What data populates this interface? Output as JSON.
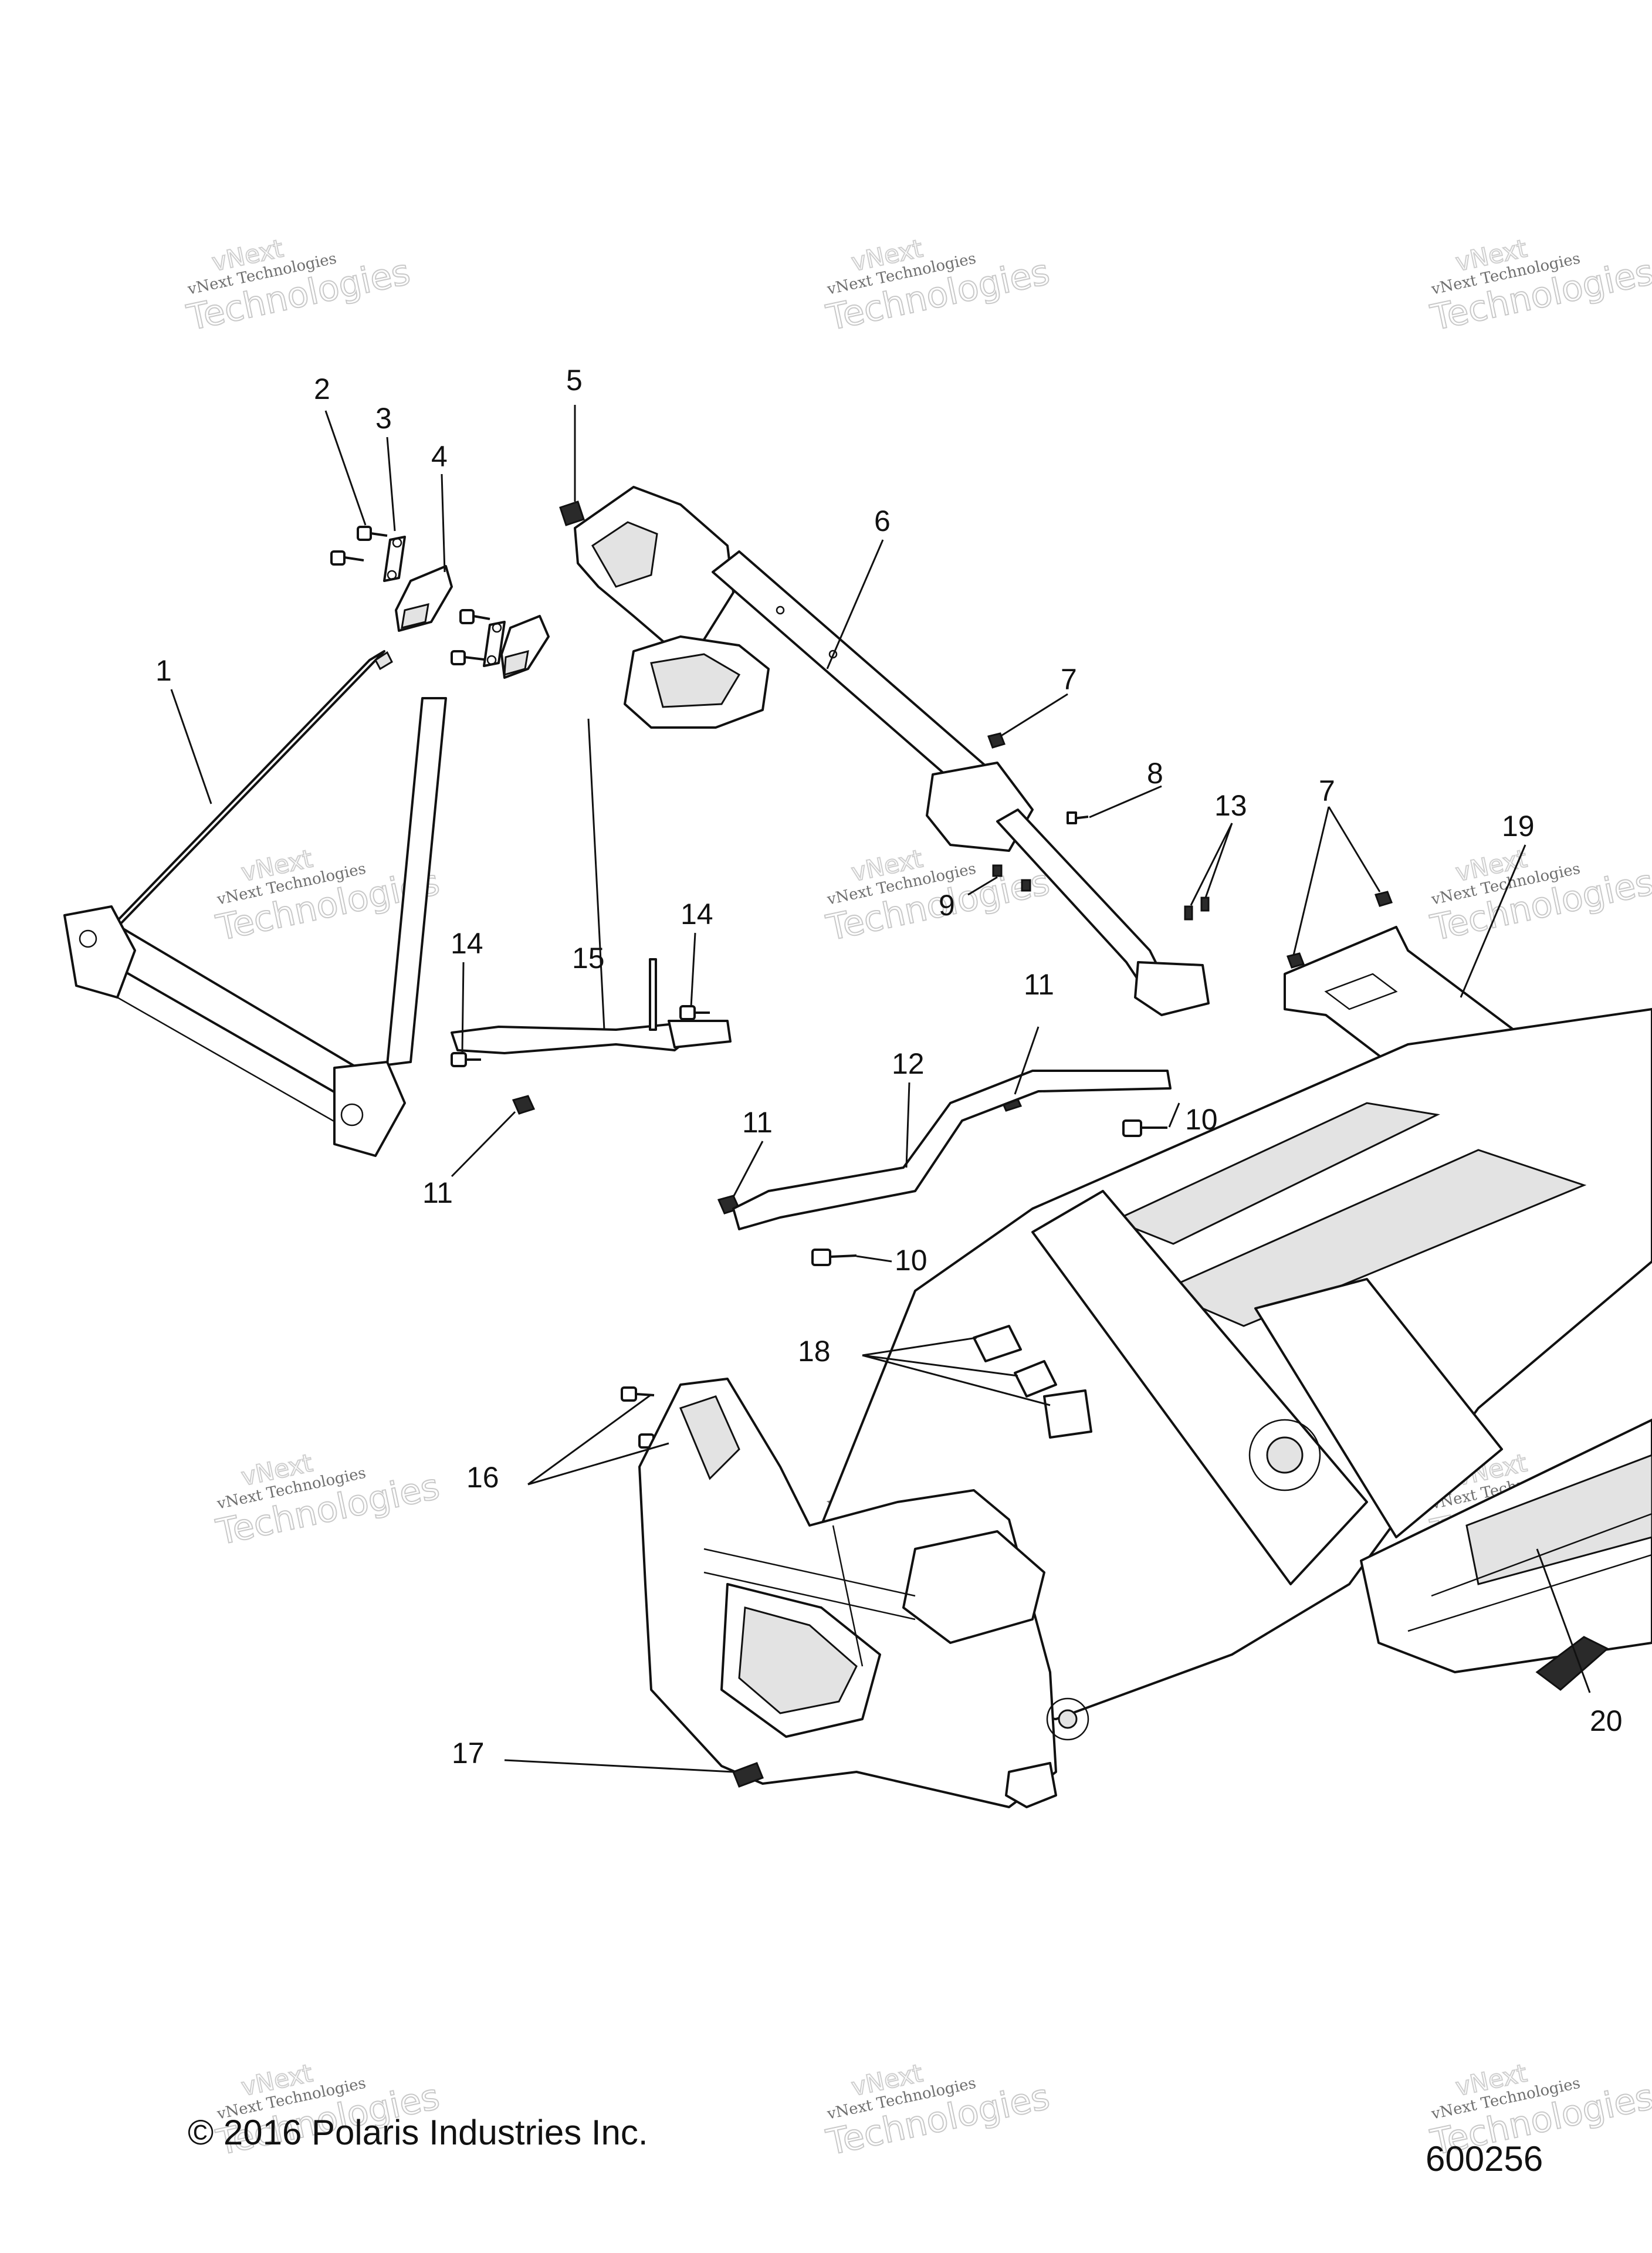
{
  "callouts": [
    "1",
    "2",
    "3",
    "4",
    "5",
    "6",
    "7",
    "8",
    "9",
    "10",
    "11",
    "12",
    "13",
    "14",
    "15",
    "16",
    "17",
    "18",
    "19",
    "20"
  ],
  "callout_labels": {
    "c1": "1",
    "c2": "2",
    "c3": "3",
    "c4": "4",
    "c5": "5",
    "c6": "6",
    "c7a": "7",
    "c7b": "7",
    "c8": "8",
    "c9": "9",
    "c10a": "10",
    "c10b": "10",
    "c11a": "11",
    "c11b": "11",
    "c11c": "11",
    "c12": "12",
    "c13": "13",
    "c14a": "14",
    "c14b": "14",
    "c15": "15",
    "c16": "16",
    "c17": "17",
    "c18": "18",
    "c19": "19",
    "c20": "20"
  },
  "watermark": {
    "top": "vNext",
    "line1": "vNext Technologies",
    "line2": "Technologies"
  },
  "footer": {
    "copyright": "© 2016 Polaris Industries Inc.",
    "figure_id": "600256"
  }
}
